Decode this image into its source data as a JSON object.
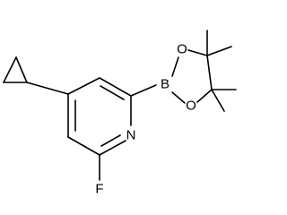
{
  "molecule": {
    "atom_labels": {
      "boron": "B",
      "oxygen_upper": "O",
      "oxygen_lower": "O",
      "nitrogen": "N",
      "fluorine": "F"
    },
    "colors": {
      "bond": "#000000",
      "label": "#000000",
      "background": "#ffffff"
    }
  }
}
